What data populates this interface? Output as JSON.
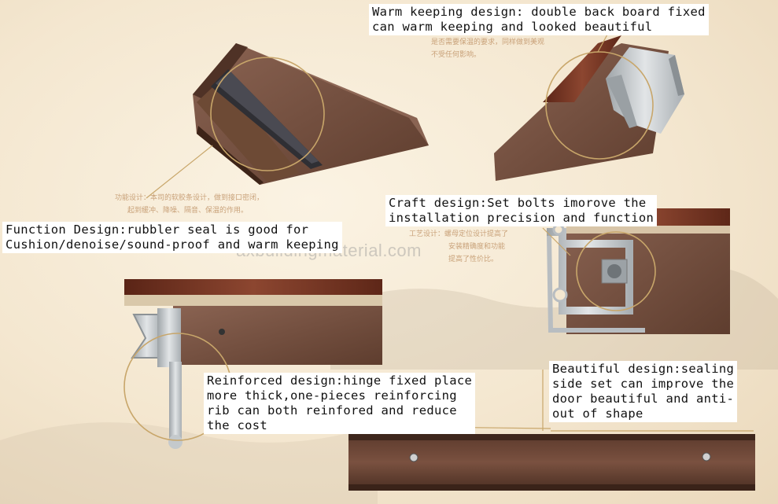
{
  "captions": {
    "warm": {
      "line1": "Warm keeping design: double back board fixed",
      "line2": "can warm keeping and looked beautiful"
    },
    "function": {
      "line1": "Function Design:rubbler seal is good for",
      "line2": "Cushion/denoise/sound-proof and warm keeping"
    },
    "craft": {
      "line1": "Craft design:Set bolts imorove the",
      "line2": "installation precision and function"
    },
    "reinforced": {
      "line1": "Reinforced design:hinge fixed place",
      "line2": "more thick,one-pieces reinforcing",
      "line3": "rib can both reinfored and reduce",
      "line4": "the cost"
    },
    "beautiful": {
      "line1": "Beautiful design:sealing",
      "line2": "side set can improve the",
      "line3": "door beautiful and anti-",
      "line4": "out of shape"
    }
  },
  "chinese_notes": {
    "warm": {
      "line1": "是否需要保温的要求，同样做到美观",
      "line2": "不受任何影响。"
    },
    "function": {
      "line1": "功能设计：本司的软胶条设计，做到接口密闭，",
      "line2": "起到缓冲、降噪、隔音、保温的作用。"
    },
    "craft": {
      "line1": "工艺设计：螺母定位设计提高了",
      "line2": "安装精确度和功能",
      "line3": "提高了性价比。"
    }
  },
  "watermark": "axbuildingmaterial.com",
  "colors": {
    "wood": "#7a3a26",
    "brown_panel": "#6b4433",
    "aluminum": "#c9cdd0",
    "gold_circle": "#c8a66a"
  }
}
